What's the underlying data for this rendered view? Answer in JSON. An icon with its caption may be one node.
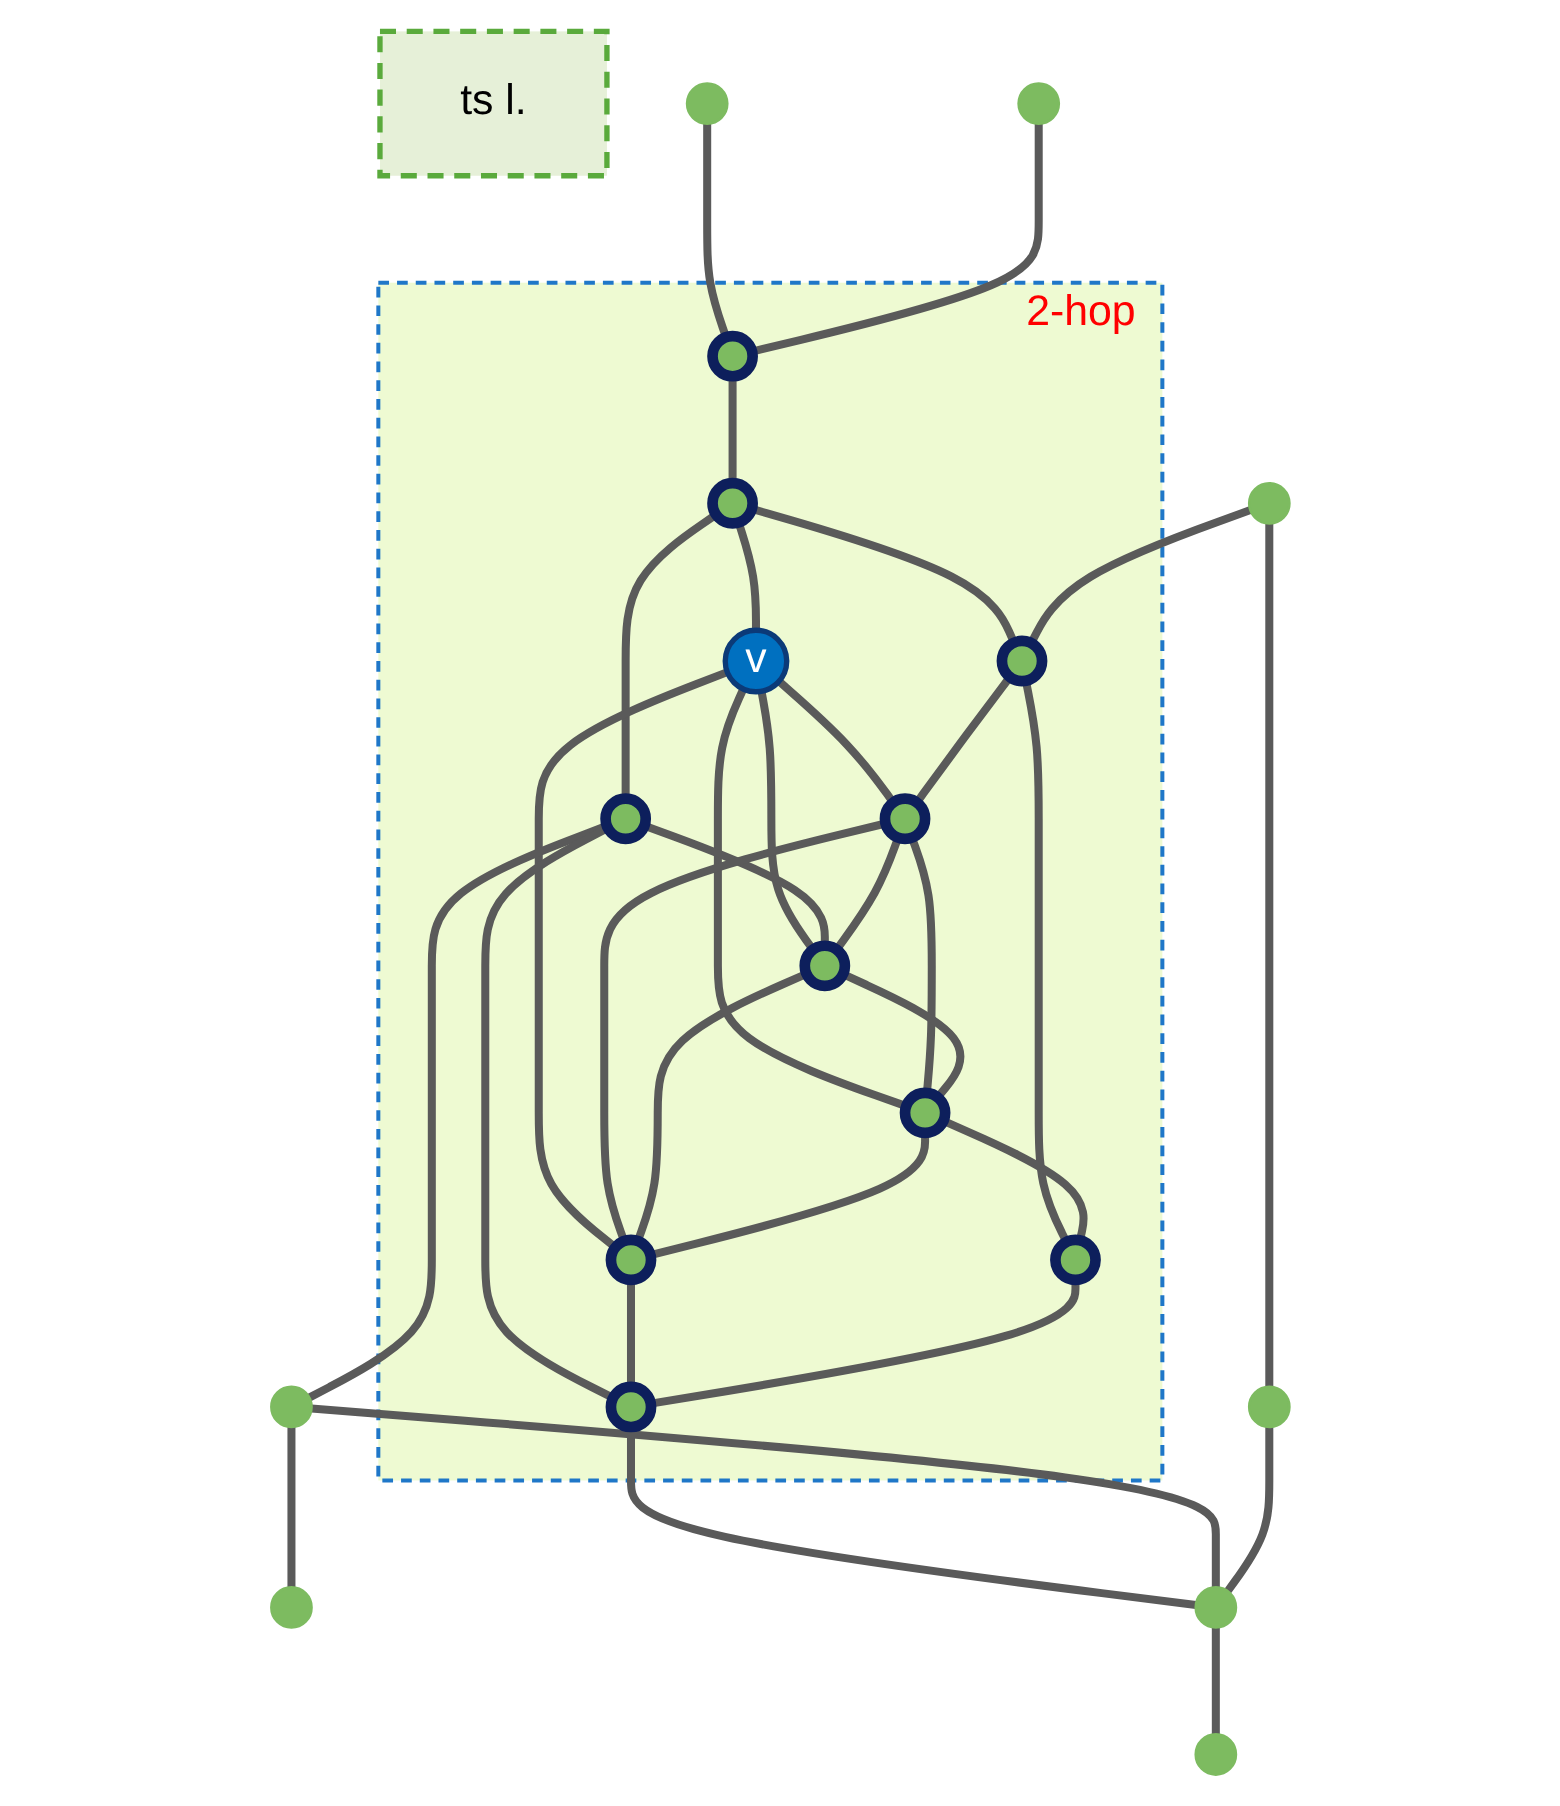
{
  "diagram": {
    "nodes": [
      {
        "text": [
          "ts l."
        ]
      },
      {
        "text": [],
        "shape": "circle"
      },
      {
        "text": [],
        "shape": "circle"
      },
      {
        "text": [
          "2-hop"
        ]
      },
      {
        "text": [],
        "shape": "circle",
        "in": 3
      },
      {
        "text": [],
        "shape": "circle",
        "in": 3
      },
      {
        "text": [
          "v"
        ],
        "in": 3
      },
      {
        "text": [],
        "shape": "circle"
      },
      {
        "text": [],
        "shape": "circle"
      },
      {
        "text": [],
        "shape": "circle"
      },
      {
        "text": [],
        "shape": "circle",
        "in": 3
      },
      {
        "text": [],
        "shape": "circle",
        "in": 3
      },
      {
        "text": [],
        "shape": "circle",
        "in": 3
      },
      {
        "text": [],
        "shape": "circle",
        "in": 3
      },
      {
        "text": [],
        "shape": "circle",
        "in": 3
      },
      {
        "text": [],
        "shape": "circle",
        "in": 3
      },
      {
        "text": [],
        "shape": "circle",
        "in": 3
      },
      {
        "text": [],
        "shape": "circle",
        "in": 3
      },
      {
        "text": [],
        "shape": "circle"
      },
      {
        "text": [],
        "shape": "circle"
      },
      {
        "text": [],
        "shape": "circle"
      }
    ],
    "edges": [
      {
        "from": 1,
        "to": 4,
        "arrow": "none"
      },
      {
        "from": 2,
        "to": 4,
        "arrow": "none"
      },
      {
        "from": 4,
        "to": 5,
        "arrow": "none"
      },
      {
        "from": 5,
        "to": 6,
        "arrow": "none"
      },
      {
        "from": 5,
        "to": 10,
        "arrow": "none"
      },
      {
        "from": 5,
        "to": 11,
        "arrow": "none"
      },
      {
        "from": 6,
        "to": 12,
        "arrow": "none"
      },
      {
        "from": 6,
        "to": 13,
        "arrow": "none"
      },
      {
        "from": 6,
        "to": 14,
        "arrow": "none"
      },
      {
        "from": 6,
        "to": 15,
        "arrow": "none"
      },
      {
        "from": 8,
        "to": 10,
        "arrow": "none"
      },
      {
        "from": 10,
        "to": 12,
        "arrow": "none"
      },
      {
        "from": 10,
        "to": 16,
        "arrow": "none"
      },
      {
        "from": 11,
        "to": 9,
        "arrow": "none"
      },
      {
        "from": 11,
        "to": 13,
        "arrow": "none"
      },
      {
        "from": 11,
        "to": 17,
        "arrow": "none"
      },
      {
        "from": 12,
        "to": 13,
        "arrow": "none"
      },
      {
        "from": 12,
        "to": 14,
        "arrow": "none"
      },
      {
        "from": 12,
        "to": 15,
        "arrow": "none"
      },
      {
        "from": 13,
        "to": 14,
        "arrow": "none"
      },
      {
        "from": 13,
        "to": 15,
        "arrow": "none"
      },
      {
        "from": 14,
        "to": 15,
        "arrow": "none"
      },
      {
        "from": 14,
        "to": 16,
        "arrow": "none"
      },
      {
        "from": 15,
        "to": 17,
        "arrow": "none"
      },
      {
        "from": 16,
        "to": 17,
        "arrow": "none"
      },
      {
        "from": 17,
        "to": 19,
        "arrow": "none"
      },
      {
        "from": 9,
        "to": 7,
        "arrow": "none"
      },
      {
        "from": 9,
        "to": 19,
        "arrow": "none"
      },
      {
        "from": 8,
        "to": 18,
        "arrow": "none"
      },
      {
        "from": 18,
        "to": 19,
        "arrow": "none"
      },
      {
        "from": 19,
        "to": 20,
        "arrow": "none"
      }
    ]
  }
}
